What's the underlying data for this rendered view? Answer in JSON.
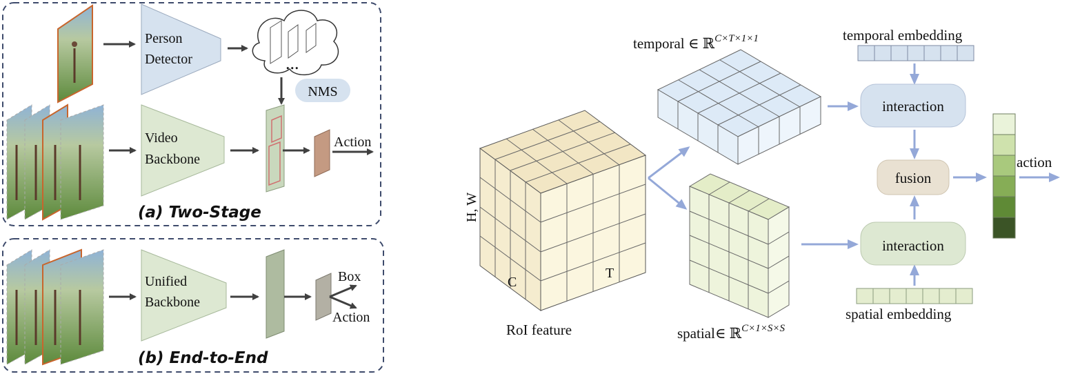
{
  "panel_a": {
    "caption": "(a) Two-Stage",
    "detector_label_1": "Person",
    "detector_label_2": "Detector",
    "nms_label": "NMS",
    "dots_label": "...",
    "backbone_label_1": "Video",
    "backbone_label_2": "Backbone",
    "output_label": "Action"
  },
  "panel_b": {
    "caption": "(b) End-to-End",
    "backbone_label_1": "Unified",
    "backbone_label_2": "Backbone",
    "output_box_label": "Box",
    "output_action_label": "Action"
  },
  "right": {
    "roi_label": "RoI feature",
    "axis_hw": "H, W",
    "axis_c": "C",
    "axis_t": "T",
    "temporal_label": "temporal ∈ ℝ",
    "temporal_sup": "C×T×1×1",
    "spatial_label": "spatial∈ ℝ",
    "spatial_sup": "C×1×S×S",
    "temporal_embedding": "temporal embedding",
    "spatial_embedding": "spatial embedding",
    "interaction_top": "interaction",
    "interaction_bottom": "interaction",
    "fusion": "fusion",
    "action": "action"
  },
  "colors": {
    "dashed_border": "#3d4a6b",
    "detector_fill": "#d6e2ef",
    "backbone_fill": "#dde8d2",
    "temporal_fill": "#ddeaf7",
    "spatial_fill": "#eef4dc",
    "roi_fill": "#f5eccf",
    "fusion_fill": "#e9e1d2",
    "arrow_blue": "#94a8d8",
    "arrow_dark": "#404040"
  }
}
